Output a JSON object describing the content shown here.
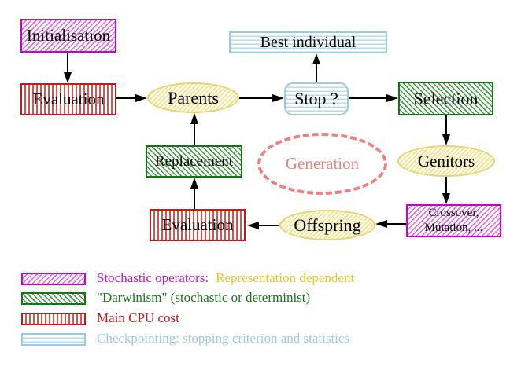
{
  "nodes": {
    "initialisation": {
      "label": "Initialisation"
    },
    "evaluation_top": {
      "label": "Evaluation"
    },
    "parents": {
      "label": "Parents"
    },
    "best_individual": {
      "label": "Best individual"
    },
    "stop": {
      "label": "Stop ?"
    },
    "selection": {
      "label": "Selection"
    },
    "genitors": {
      "label": "Genitors"
    },
    "crossover_mutation": {
      "line1": "Crossover,",
      "line2": "Mutation, ..."
    },
    "offspring": {
      "label": "Offspring"
    },
    "evaluation_bottom": {
      "label": "Evaluation"
    },
    "replacement": {
      "label": "Replacement"
    },
    "generation": {
      "label": "Generation"
    }
  },
  "legend": {
    "stochastic": {
      "label": "Stochastic operators:",
      "suffix": "Representation dependent"
    },
    "darwinism": {
      "label": "\"Darwinism\" (stochastic or determinist)"
    },
    "cpu": {
      "label": "Main CPU cost"
    },
    "checkpointing": {
      "label": "Checkpointing: stopping criterion and statistics"
    }
  },
  "colors": {
    "magenta": "#cc00cc",
    "green": "#157515",
    "red": "#bf1d1d",
    "cyan": "#9acbe2",
    "yellow": "#e7d572",
    "gold_text": "#ecc51c",
    "coral": "#ee8080",
    "arrow": "#000000"
  }
}
